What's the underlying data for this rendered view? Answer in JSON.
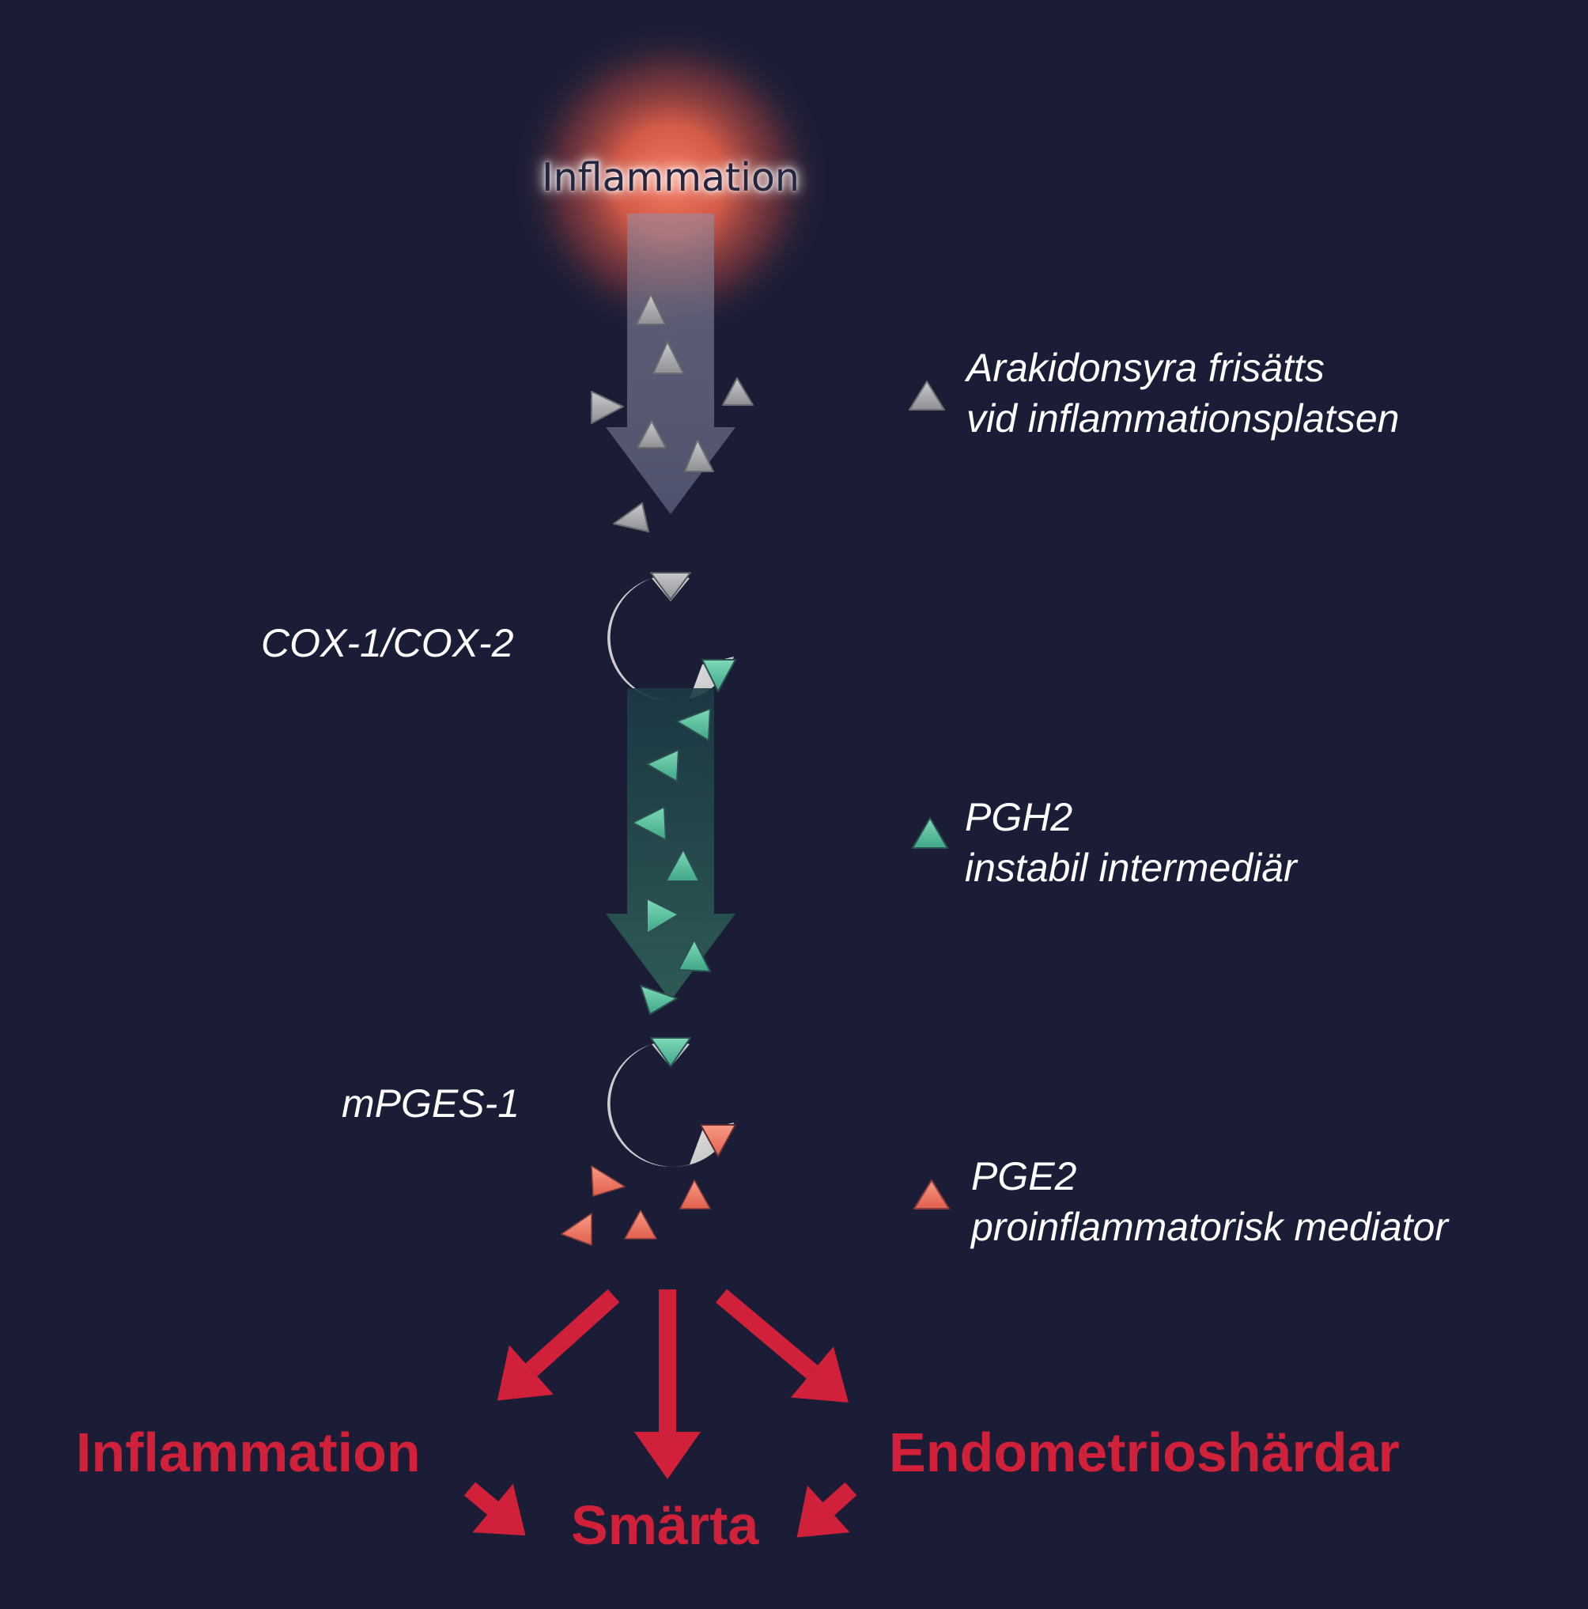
{
  "source": {
    "label": "Inflammation"
  },
  "enzymes": {
    "cox": {
      "label": "COX-1/COX-2"
    },
    "mpges": {
      "label": "mPGES-1"
    }
  },
  "legend": {
    "arachidonic": {
      "line1": "Arakidonsyra frisätts",
      "line2": "vid inflammationsplatsen",
      "color": "#b5b7bb"
    },
    "pgh2": {
      "line1": "PGH2",
      "line2": "instabil intermediär",
      "color": "#5fbf9f"
    },
    "pge2": {
      "line1": "PGE2",
      "line2": "proinflammatorisk mediator",
      "color": "#ef7a66"
    }
  },
  "outcomes": {
    "inflammation": "Inflammation",
    "pain": "Smärta",
    "lesions": "Endometrioshärdar"
  },
  "colors": {
    "background": "#1b1d36",
    "outcome_red": "#d0203a",
    "enzyme": "#d9d9d9",
    "glow": "#e8614a"
  }
}
